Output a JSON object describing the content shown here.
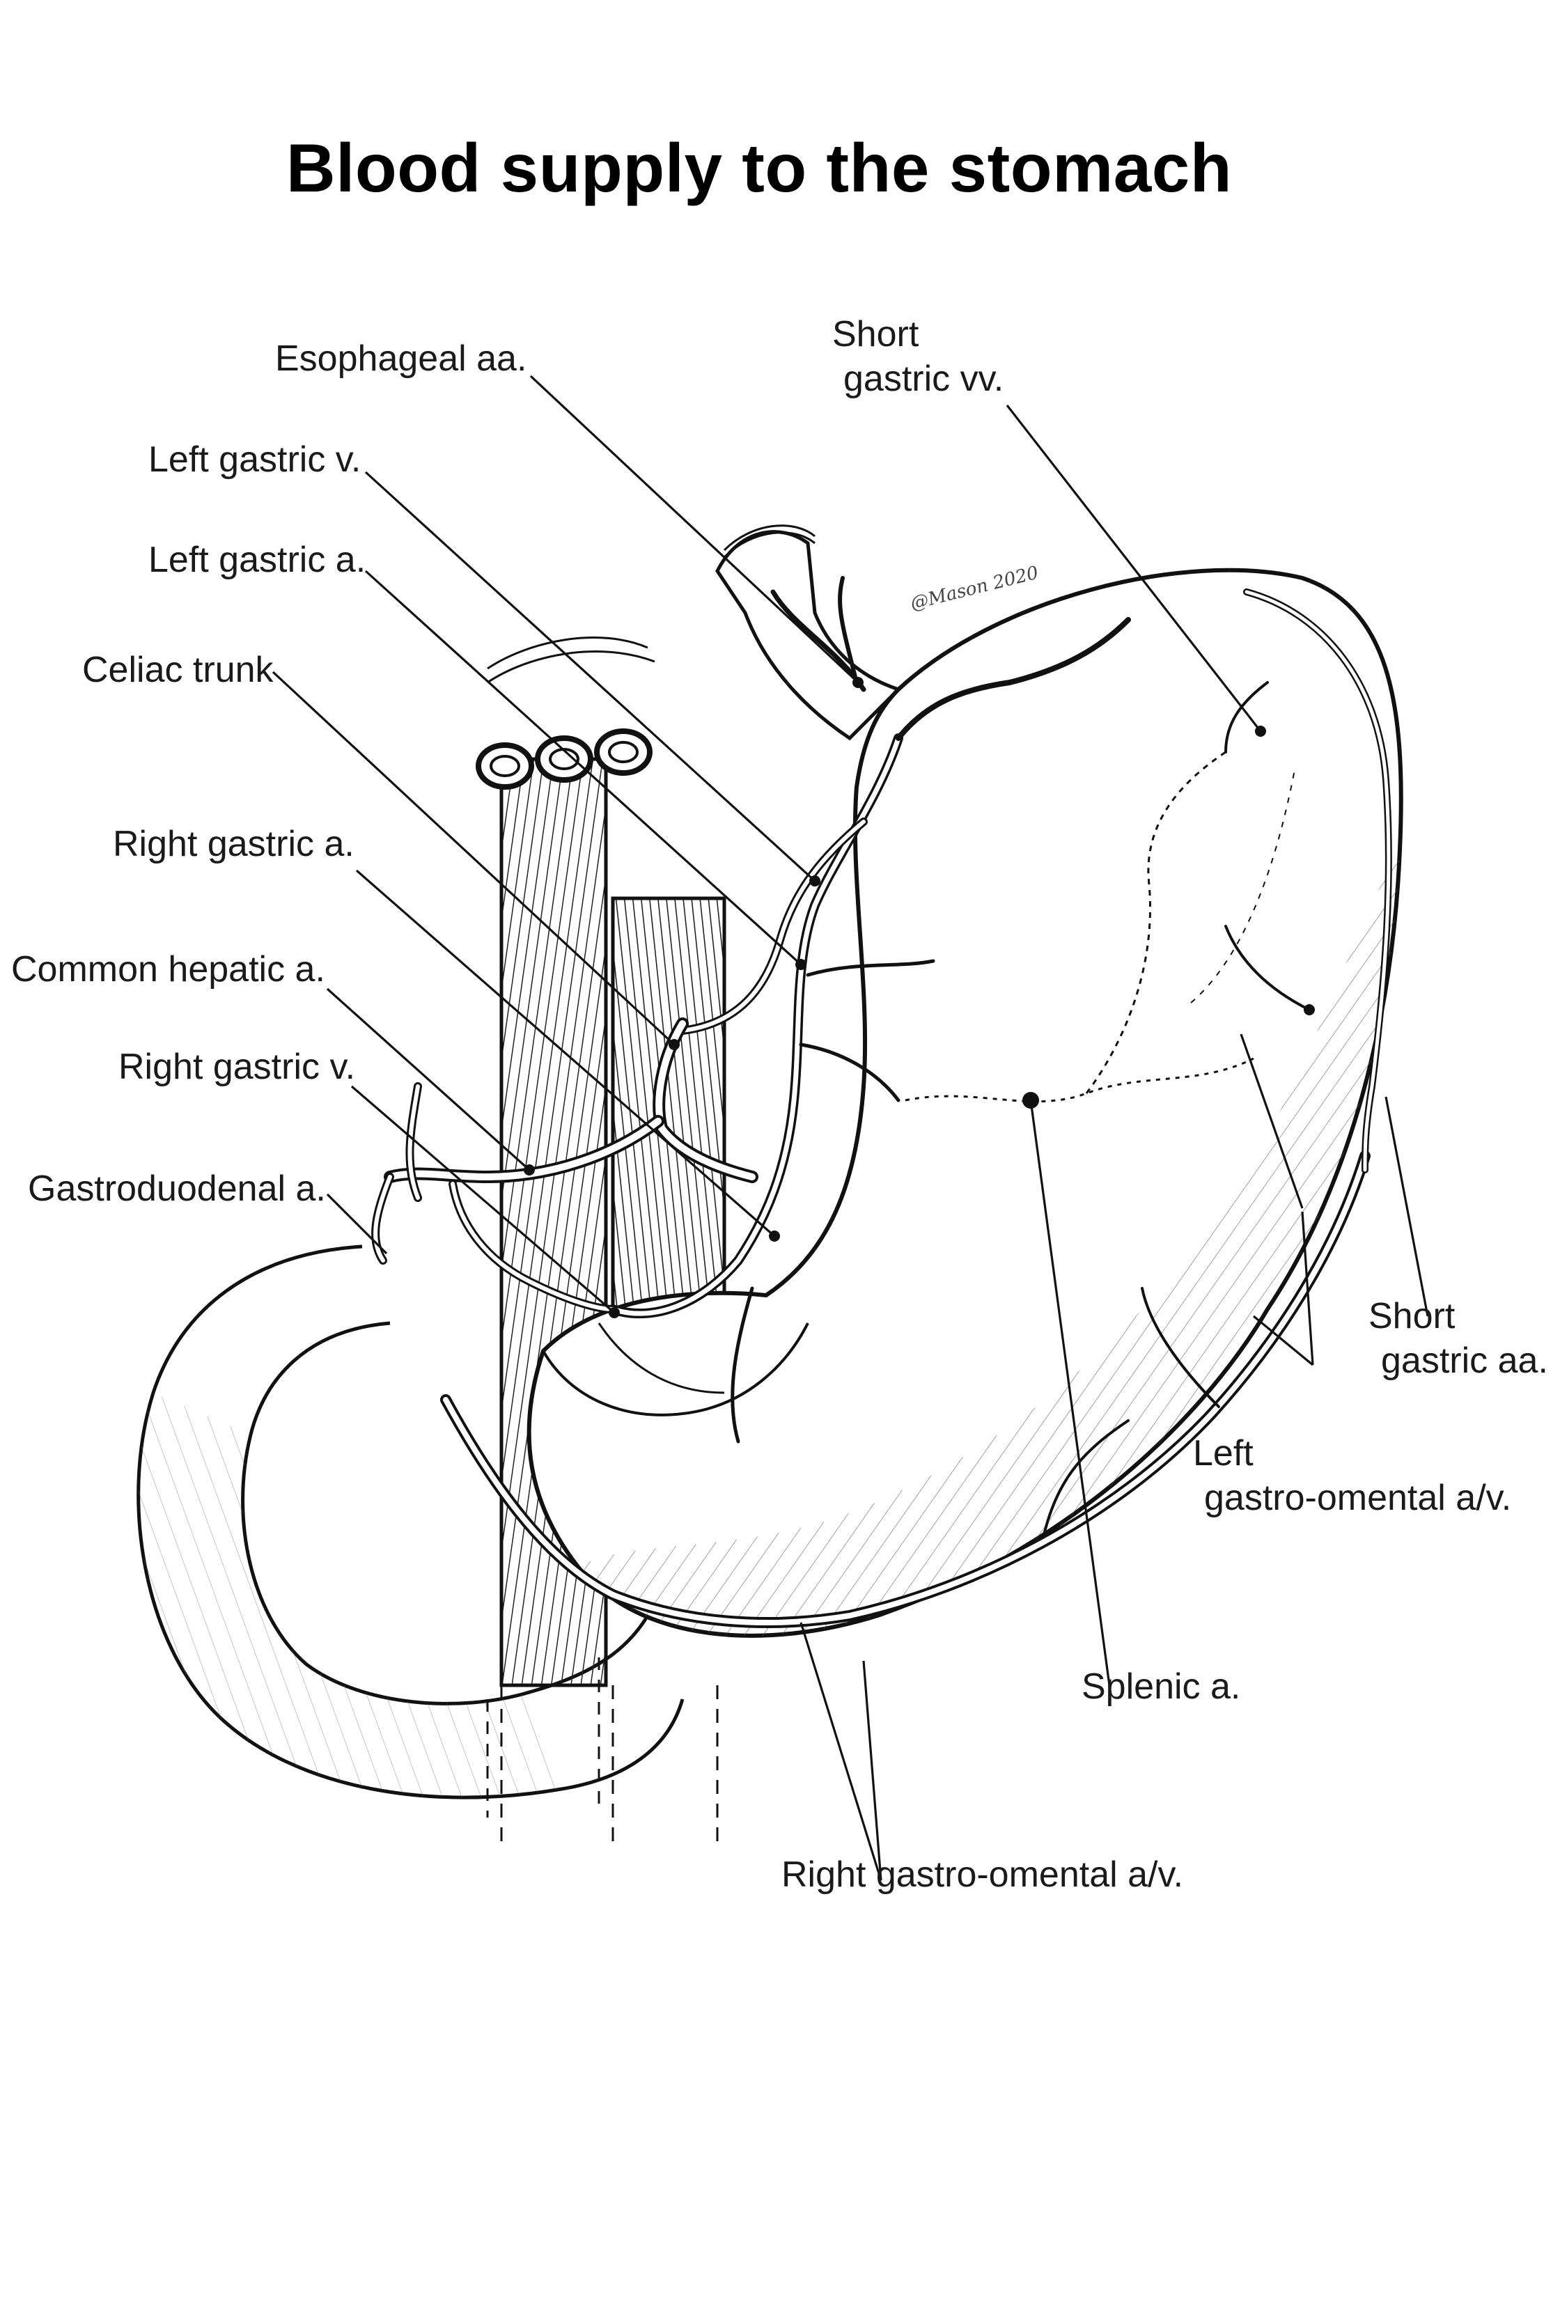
{
  "title": "Blood supply to the stomach",
  "labels": {
    "esophageal_aa": "Esophageal aa.",
    "short_gastric_vv": [
      "Short",
      "gastric vv."
    ],
    "left_gastric_v": "Left gastric v.",
    "left_gastric_a": "Left gastric a.",
    "celiac_trunk": "Celiac trunk",
    "right_gastric_a": "Right gastric a.",
    "common_hepatic_a": "Common hepatic a.",
    "right_gastric_v": "Right gastric v.",
    "gastroduodenal_a": "Gastroduodenal a.",
    "short_gastric_aa": [
      "Short",
      "gastric aa."
    ],
    "left_gastro_omental": [
      "Left",
      "gastro-omental a/v."
    ],
    "splenic_a": "Splenic a.",
    "right_gastro_omental": "Right gastro-omental a/v."
  },
  "signature": "@Mason 2020"
}
